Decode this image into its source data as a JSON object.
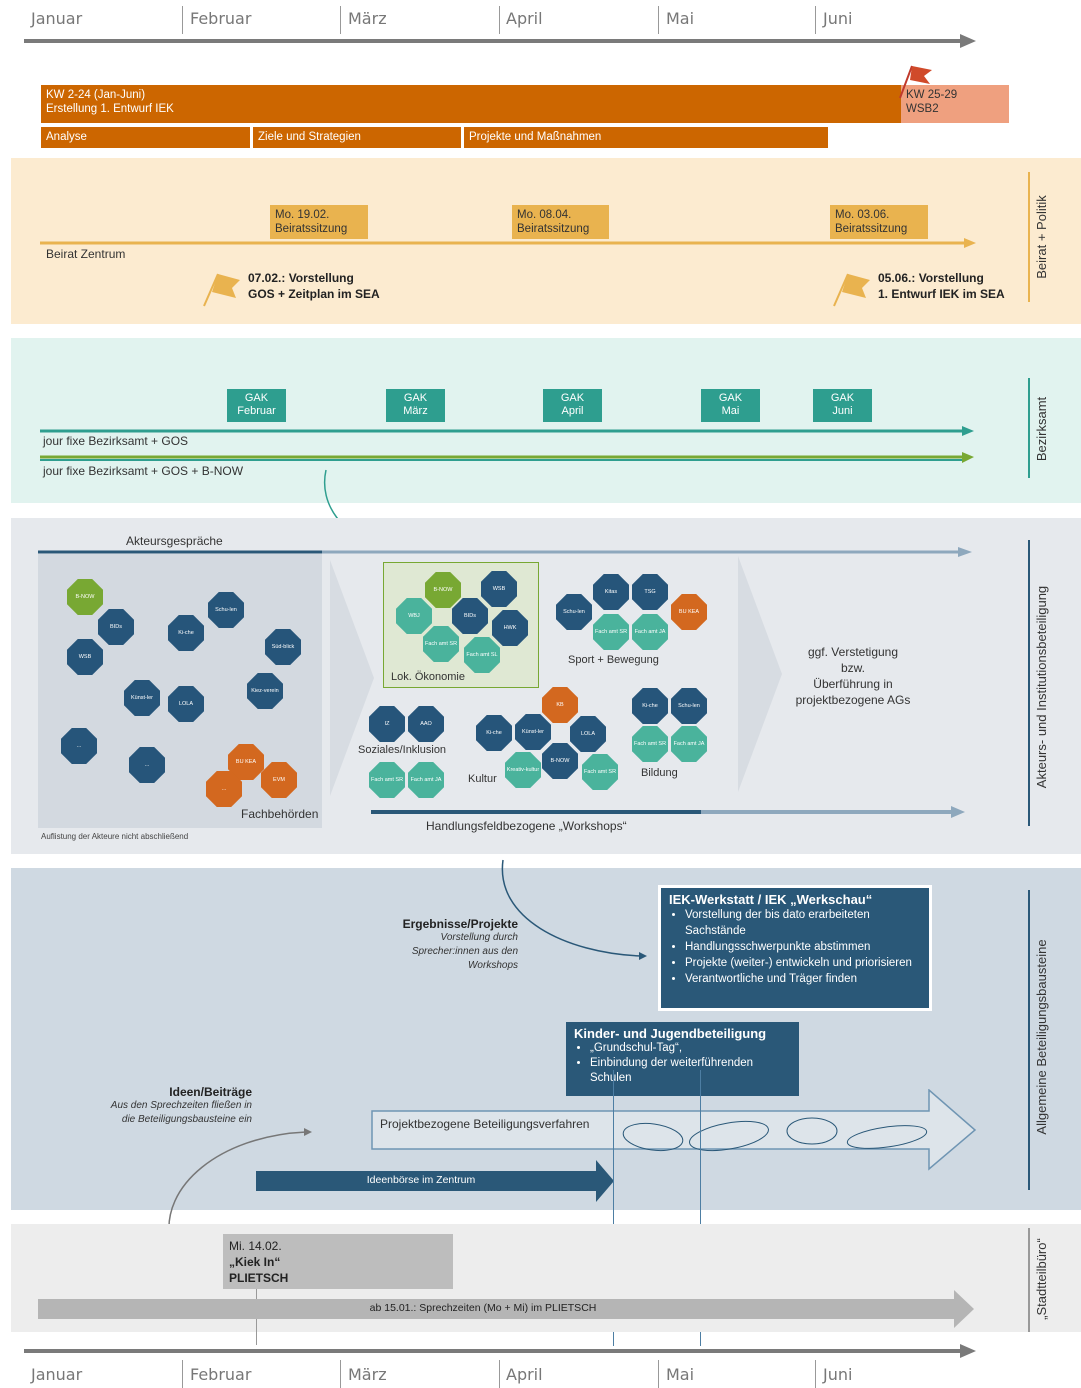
{
  "months_top": [
    "Januar",
    "Februar",
    "März",
    "April",
    "Mai",
    "Juni"
  ],
  "months_bottom": [
    "Januar",
    "Februar",
    "März",
    "April",
    "Mai",
    "Juni"
  ],
  "timeline": {
    "main_bar_line1": "KW 2-24 (Jan-Juni)",
    "main_bar_line2": "Erstellung 1. Entwurf IEK",
    "end_bar_line1": "KW 25-29",
    "end_bar_line2": "WSB2",
    "phases": [
      "Analyse",
      "Ziele und Strategien",
      "Projekte und Maßnahmen"
    ]
  },
  "beirat": {
    "side_label": "Beirat + Politik",
    "line_label": "Beirat Zentrum",
    "sessions": [
      {
        "date": "Mo. 19.02.",
        "label": "Beiratssitzung"
      },
      {
        "date": "Mo. 08.04.",
        "label": "Beiratssitzung"
      },
      {
        "date": "Mo. 03.06.",
        "label": "Beiratssitzung"
      }
    ],
    "flag1_line1": "07.02.: Vorstellung",
    "flag1_line2": "GOS + Zeitplan im SEA",
    "flag2_line1": "05.06.: Vorstellung",
    "flag2_line2": "1. Entwurf IEK im SEA"
  },
  "bezirk": {
    "side_label": "Bezirksamt",
    "gak": [
      {
        "l1": "GAK",
        "l2": "Februar"
      },
      {
        "l1": "GAK",
        "l2": "März"
      },
      {
        "l1": "GAK",
        "l2": "April"
      },
      {
        "l1": "GAK",
        "l2": "Mai"
      },
      {
        "l1": "GAK",
        "l2": "Juni"
      }
    ],
    "line1": "jour fixe Bezirksamt + GOS",
    "line2": "jour fixe Bezirksamt + GOS + B-NOW"
  },
  "akteure": {
    "side_label": "Akteurs- und Institutionsbeteiligung",
    "header": "Akteursgespräche",
    "fachbehoerden": "Fachbehörden",
    "footnote": "Auflistung der Akteure nicht abschließend",
    "left_octs": [
      "B-NOW",
      "BIDs",
      "Schu-len",
      "Ki-che",
      "Süd-blick",
      "WSB",
      "Künst-ler",
      "LOLA",
      "Kiez-verein",
      "...",
      "...",
      "BU KEA",
      "...",
      "EVM"
    ],
    "lok_label": "Lok. Ökonomie",
    "lok_octs": [
      "B-NOW",
      "WSB",
      "WBJ",
      "BIDs",
      "HWK",
      "Fach amt SR",
      "Fach amt SL"
    ],
    "sport_label": "Sport + Bewegung",
    "sport_octs": [
      "Kitas",
      "TSG",
      "Schu-len",
      "Fach amt SR",
      "Fach amt JA",
      "BU KEA"
    ],
    "soz_label": "Soziales/Inklusion",
    "soz_octs": [
      "IZ",
      "AAO",
      "Fach amt SR",
      "Fach amt JA"
    ],
    "kultur_label": "Kultur",
    "kultur_octs": [
      "KB",
      "Ki-che",
      "Künst-ler",
      "LOLA",
      "Kreativ-kultur",
      "B-NOW",
      "Fach amt SR"
    ],
    "bildung_label": "Bildung",
    "bildung_octs": [
      "Ki-che",
      "Schu-len",
      "Fach amt SR",
      "Fach amt JA"
    ],
    "right_text": [
      "ggf. Verstetigung",
      "bzw.",
      "Überführung in",
      "projektbezogene AGs"
    ],
    "workshops": "Handlungsfeldbezogene „Workshops“"
  },
  "allg": {
    "side_label": "Allgemeine Beteiligungsbausteine",
    "ergebnisse_title": "Ergebnisse/Projekte",
    "ergebnisse_sub": [
      "Vorstellung durch",
      "Sprecher:innen aus den",
      "Workshops"
    ],
    "iek_title": "IEK-Werkstatt / IEK „Werkschau“",
    "iek_items": [
      "Vorstellung der bis dato erarbeiteten Sachstände",
      "Handlungsschwerpunkte abstimmen",
      "Projekte (weiter-) entwickeln und priorisieren",
      "Verantwortliche und Träger finden"
    ],
    "kinder_title": "Kinder- und Jugendbeteiligung",
    "kinder_items": [
      "„Grundschul-Tag“,",
      "Einbindung der weiterführenden Schulen"
    ],
    "ideen_title": "Ideen/Beiträge",
    "ideen_sub": [
      "Aus den Sprechzeiten fließen in",
      "die Beteiligungsbausteine ein"
    ],
    "projekt_arrow": "Projektbezogene Beteiligungsverfahren",
    "ideenboerse": "Ideenbörse im Zentrum"
  },
  "stadtteil": {
    "side_label": "„Stadtteilbüro“",
    "event_line1": "Mi. 14.02.",
    "event_line2": "„Kiek In“",
    "event_line3": "PLIETSCH",
    "arrow_label": "ab 15.01.: Sprechzeiten (Mo + Mi) im PLIETSCH"
  },
  "colors": {
    "orange": "#cc6600",
    "orange_light": "#efa07f",
    "gold": "#e9b34f",
    "teal": "#2e9e8f",
    "navy": "#2a5878",
    "green": "#78a833",
    "grey": "#b5b5b5"
  }
}
